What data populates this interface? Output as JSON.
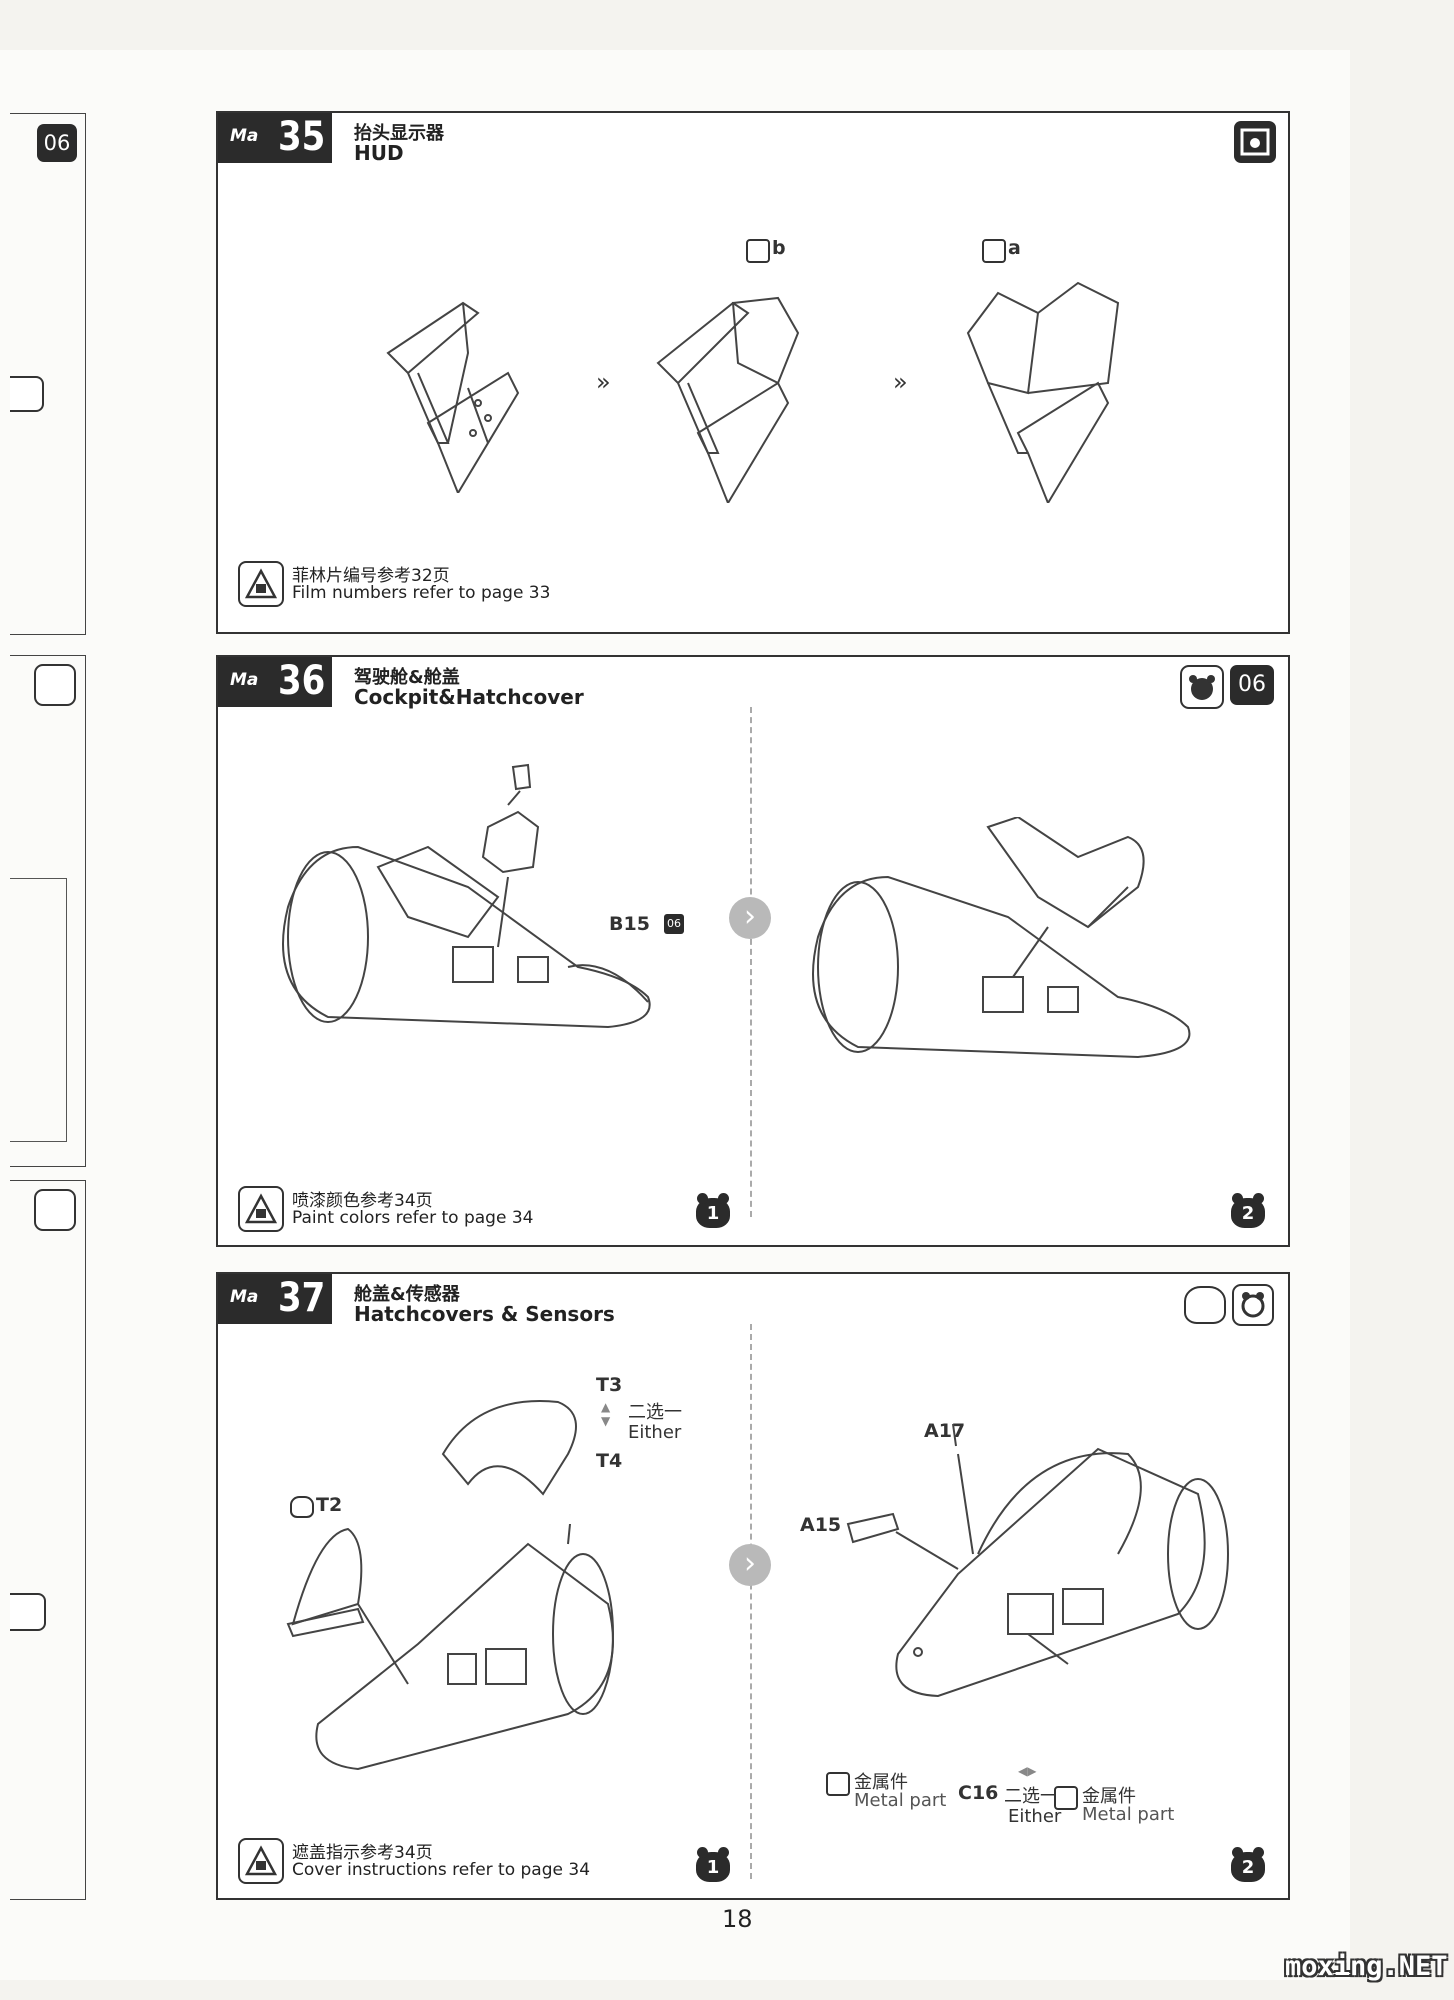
{
  "page_number": "18",
  "watermark": "moxing.NET",
  "side": {
    "badge": "06"
  },
  "step35": {
    "number": "35",
    "logo": "Ma",
    "title_cn": "抬头显示器",
    "title_en": "HUD",
    "film_b": "b",
    "film_a": "a",
    "arrow": "»",
    "note_cn": "菲林片编号参考32页",
    "note_en": "Film numbers refer to page 33",
    "icons": [
      "film-icon"
    ]
  },
  "step36": {
    "number": "36",
    "logo": "Ma",
    "title_cn": "驾驶舱&舱盖",
    "title_en": "Cockpit&Hatchcover",
    "part_label": "B15",
    "part_badge": "06",
    "badge": "06",
    "note_cn": "喷漆颜色参考34页",
    "note_en": "Paint colors refer to page 34",
    "substep1": "1",
    "substep2": "2",
    "next": "›",
    "icons": [
      "bear-paint-icon"
    ]
  },
  "step37": {
    "number": "37",
    "logo": "Ma",
    "title_cn": "舱盖&传感器",
    "title_en": "Hatchcovers & Sensors",
    "t3": "T3",
    "either_cn": "二选一",
    "either_en": "Either",
    "t4": "T4",
    "t2": "T2",
    "a17": "A17",
    "a15": "A15",
    "c16": "C16",
    "metal_cn": "金属件",
    "metal_en": "Metal part",
    "note_cn": "遮盖指示参考34页",
    "note_en": "Cover instructions refer to page 34",
    "substep1": "1",
    "substep2": "2",
    "next": "›",
    "icons": [
      "bear-outline-icon",
      "metal-part-icon"
    ]
  }
}
